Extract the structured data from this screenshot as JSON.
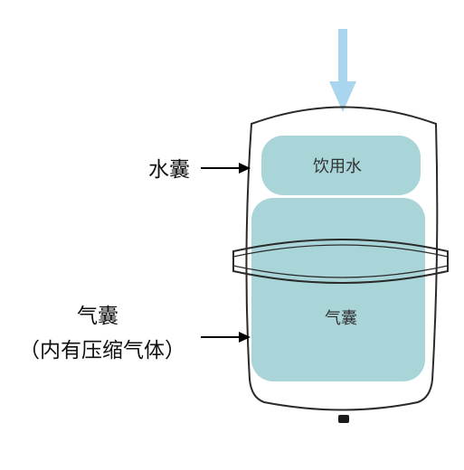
{
  "labels": {
    "water_bladder_outer": "水囊",
    "air_bladder_outer": "气囊",
    "air_bladder_note": "（内有压缩气体）",
    "drinking_water": "饮用水",
    "air_bladder_inner": "气囊"
  },
  "colors": {
    "inflow_arrow": "#a9d5ee",
    "bladder_fill": "#a9d5d8",
    "outline": "#2a2a2a",
    "label_arrow": "#000000"
  },
  "icons": {
    "inflow": "down-arrow-icon",
    "label_pointer": "right-arrow-icon"
  }
}
